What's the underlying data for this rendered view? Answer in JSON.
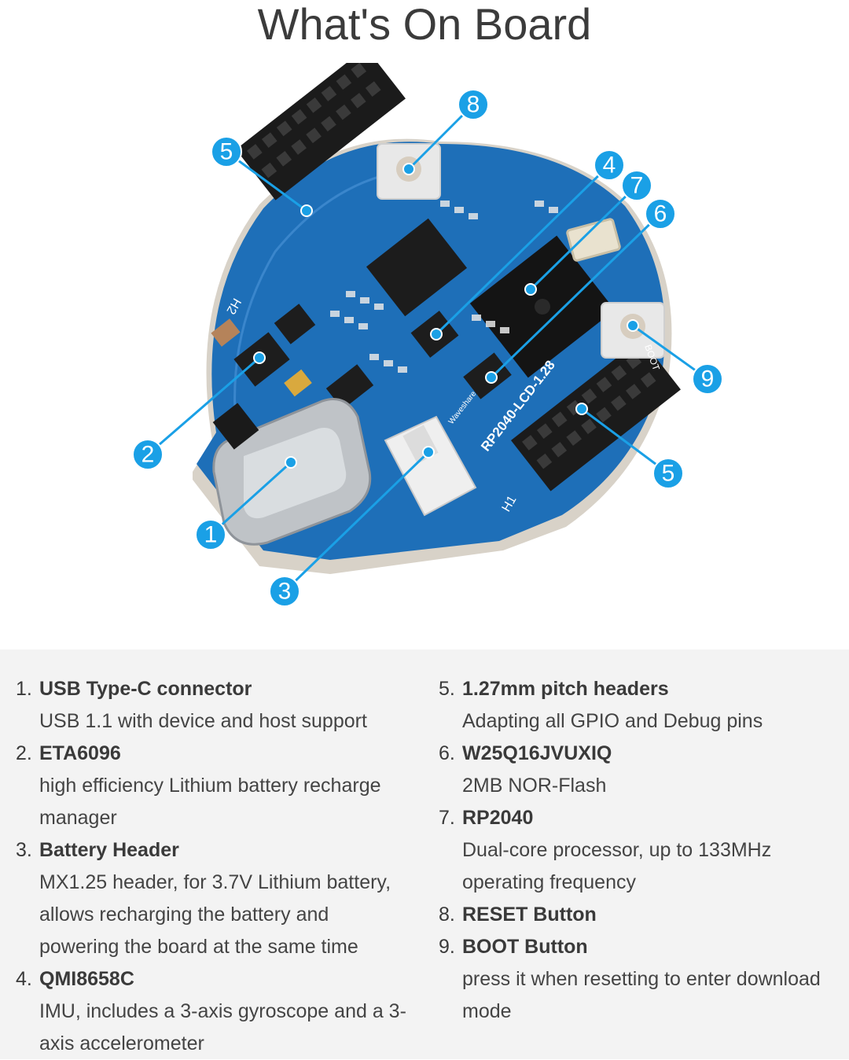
{
  "title": "What's On Board",
  "colors": {
    "callout": "#1aa0e6",
    "panel_bg": "#f3f3f3",
    "pcb": "#1e6fb8"
  },
  "board": {
    "silk_h2": "H2",
    "silk_h1": "H1",
    "silk_model": "RP2040-LCD-1.28",
    "silk_boot": "BOOT",
    "silk_brand": "Waveshare"
  },
  "callouts": [
    "8",
    "5",
    "4",
    "7",
    "6",
    "9",
    "5",
    "2",
    "1",
    "3"
  ],
  "items_left": [
    {
      "num": "1.",
      "title": "USB Type-C connector",
      "desc": "USB 1.1 with device and host support"
    },
    {
      "num": "2.",
      "title": "ETA6096",
      "desc": "high efficiency Lithium battery recharge manager"
    },
    {
      "num": "3.",
      "title": "Battery Header",
      "desc": "MX1.25 header, for 3.7V Lithium battery, allows recharging the battery and powering the board at the same time"
    },
    {
      "num": "4.",
      "title": "QMI8658C",
      "desc": "IMU, includes a 3-axis gyroscope and a 3-axis accelerometer"
    }
  ],
  "items_right": [
    {
      "num": "5.",
      "title": "1.27mm pitch headers",
      "desc": "Adapting all GPIO and Debug pins"
    },
    {
      "num": "6.",
      "title": "W25Q16JVUXIQ",
      "desc": "2MB NOR-Flash"
    },
    {
      "num": "7.",
      "title": "RP2040",
      "desc": "Dual-core processor, up to 133MHz operating frequency"
    },
    {
      "num": "8.",
      "title": "RESET Button",
      "desc": ""
    },
    {
      "num": "9.",
      "title": "BOOT Button",
      "desc": "press it when resetting to enter download mode"
    }
  ]
}
